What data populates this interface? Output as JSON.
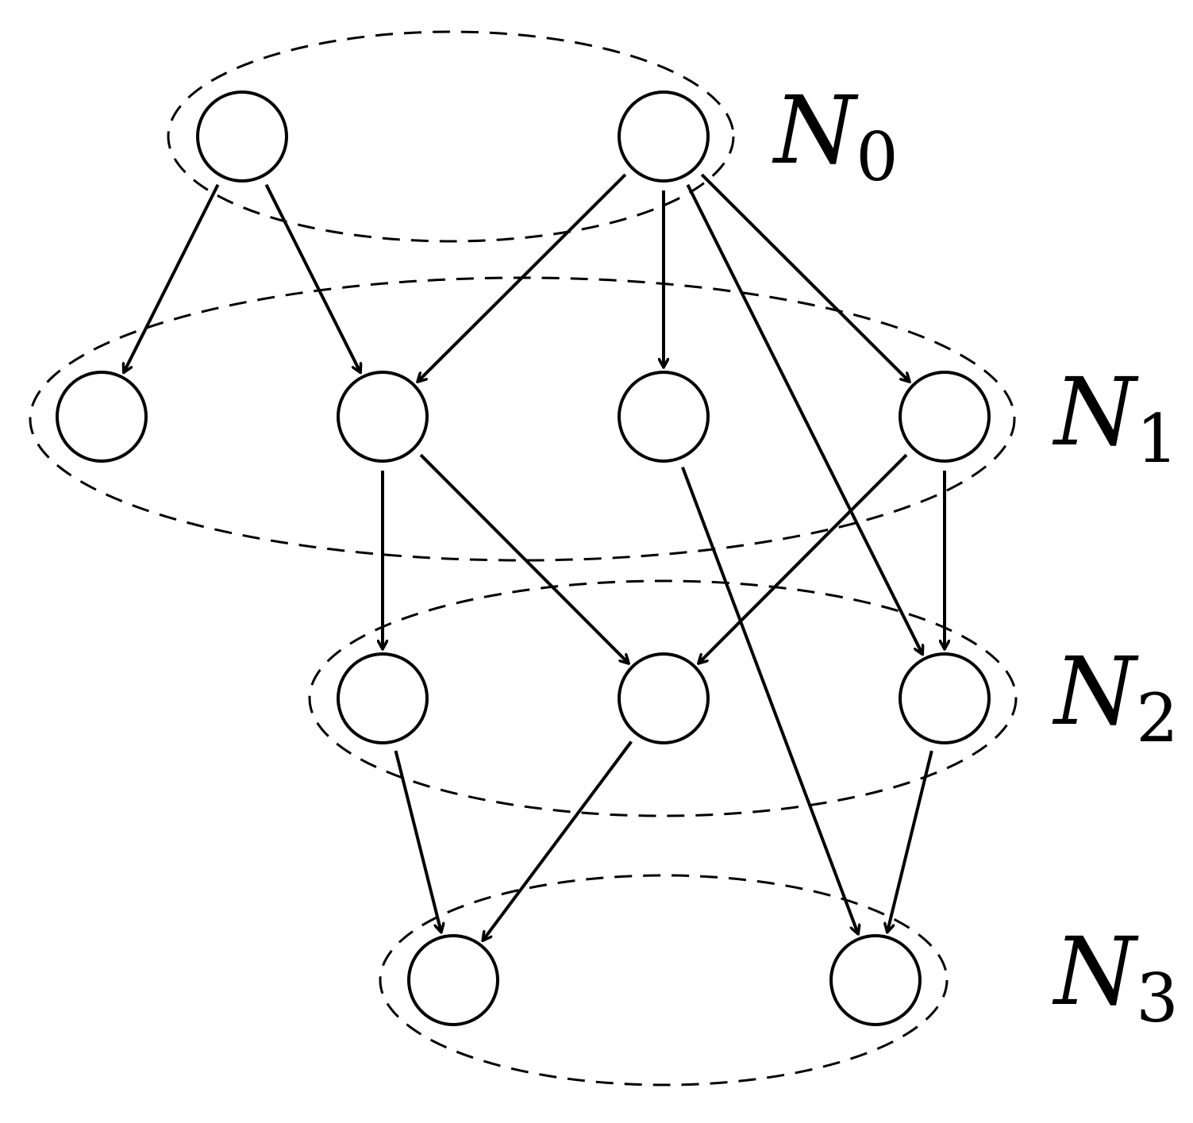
{
  "layers": [
    {
      "id": "N0",
      "label_main": "N",
      "label_sub": "0"
    },
    {
      "id": "N1",
      "label_main": "N",
      "label_sub": "1"
    },
    {
      "id": "N2",
      "label_main": "N",
      "label_sub": "2"
    },
    {
      "id": "N3",
      "label_main": "N",
      "label_sub": "3"
    }
  ],
  "nodes": [
    {
      "id": "a",
      "layer": "N0"
    },
    {
      "id": "b",
      "layer": "N0"
    },
    {
      "id": "c",
      "layer": "N1"
    },
    {
      "id": "d",
      "layer": "N1"
    },
    {
      "id": "e",
      "layer": "N1"
    },
    {
      "id": "f",
      "layer": "N1"
    },
    {
      "id": "g",
      "layer": "N2"
    },
    {
      "id": "h",
      "layer": "N2"
    },
    {
      "id": "i",
      "layer": "N2"
    },
    {
      "id": "j",
      "layer": "N3"
    },
    {
      "id": "k",
      "layer": "N3"
    }
  ],
  "edges": [
    {
      "from": "a",
      "to": "c"
    },
    {
      "from": "a",
      "to": "d"
    },
    {
      "from": "b",
      "to": "d"
    },
    {
      "from": "b",
      "to": "e"
    },
    {
      "from": "b",
      "to": "f"
    },
    {
      "from": "b",
      "to": "i"
    },
    {
      "from": "d",
      "to": "g"
    },
    {
      "from": "d",
      "to": "h"
    },
    {
      "from": "e",
      "to": "k"
    },
    {
      "from": "f",
      "to": "h"
    },
    {
      "from": "f",
      "to": "i"
    },
    {
      "from": "g",
      "to": "j"
    },
    {
      "from": "h",
      "to": "j"
    },
    {
      "from": "i",
      "to": "k"
    }
  ]
}
